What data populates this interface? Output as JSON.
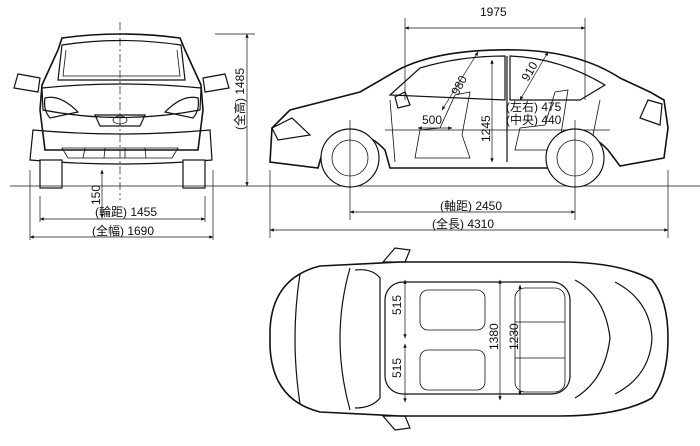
{
  "dimensions": {
    "front_track": "(輪距) 1455",
    "overall_width": "(全幅) 1690",
    "overall_height": "(全高) 1485",
    "ground_clearance": "150",
    "interior_length": "1975",
    "front_headroom": "980",
    "rear_headroom": "910",
    "front_seat_depth": "500",
    "seat_height": "1245",
    "rear_knee_side": "(左右) 475",
    "rear_knee_center": "(中央) 440",
    "wheelbase": "(軸距) 2450",
    "overall_length": "(全長) 4310",
    "front_seat_width_upper": "515",
    "front_seat_width_lower": "515",
    "front_shoulder_width": "1380",
    "rear_shoulder_width": "1230"
  },
  "colors": {
    "line": "#111111",
    "background": "#ffffff"
  }
}
